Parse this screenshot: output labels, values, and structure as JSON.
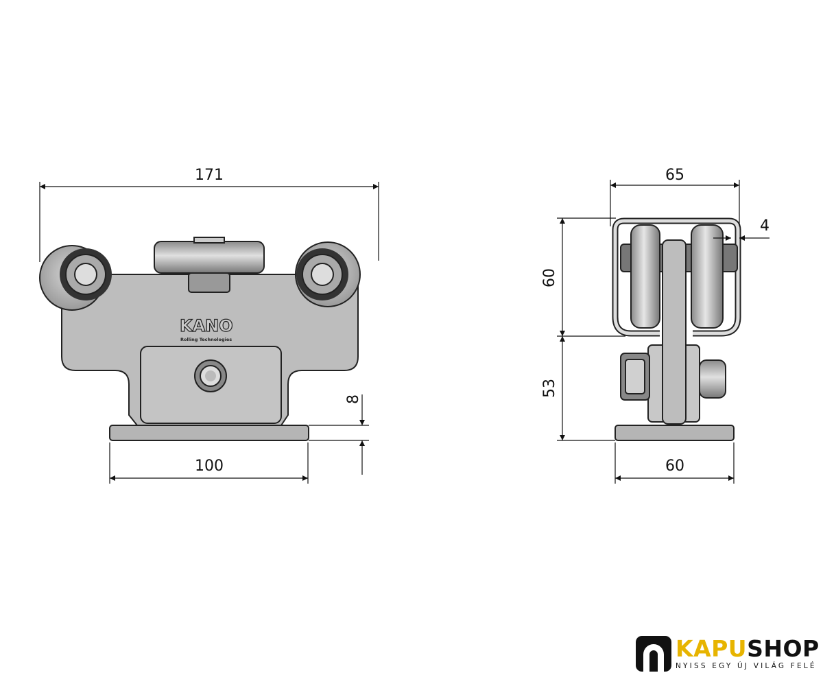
{
  "dimensions": {
    "front_width": "171",
    "front_base": "100",
    "front_plate_thickness": "8",
    "side_width": "65",
    "side_gap": "4",
    "side_upper_height": "60",
    "side_lower_height": "53",
    "side_base": "60"
  },
  "part_logo": {
    "brand": "KANO",
    "tagline": "Rolling Technologies"
  },
  "logo": {
    "brand_a": "KAPU",
    "brand_b": "SHOP",
    "tagline": "NYISS EGY ÚJ VILÁG FELÉ",
    "accent": "#e7b400"
  }
}
